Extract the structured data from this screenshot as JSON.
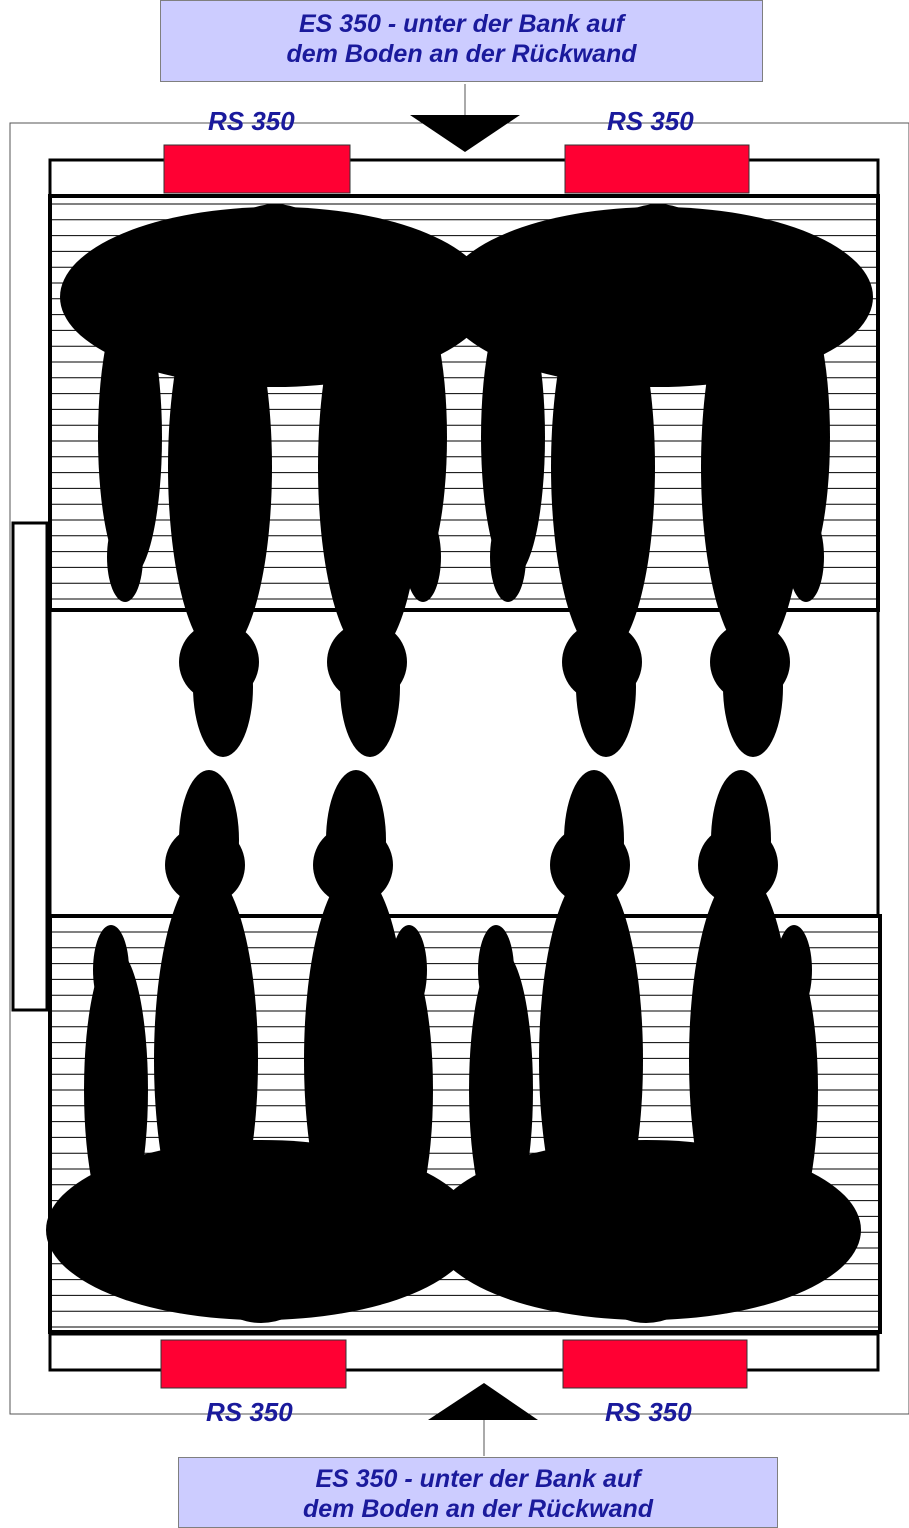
{
  "callout_top": {
    "line1": "ES 350 - unter der Bank auf",
    "line2": "dem Boden an der Rückwand"
  },
  "callout_bottom": {
    "line1": "ES 350 - unter der Bank auf",
    "line2": "dem Boden an der Rückwand"
  },
  "heaters": {
    "top_left": "RS 350",
    "top_right": "RS 350",
    "bottom_left": "RS 350",
    "bottom_right": "RS 350"
  },
  "colors": {
    "heater": "#ff0033",
    "callout_bg": "#ccccff",
    "text": "#1a1a9c",
    "person": "#c0c0c0"
  }
}
